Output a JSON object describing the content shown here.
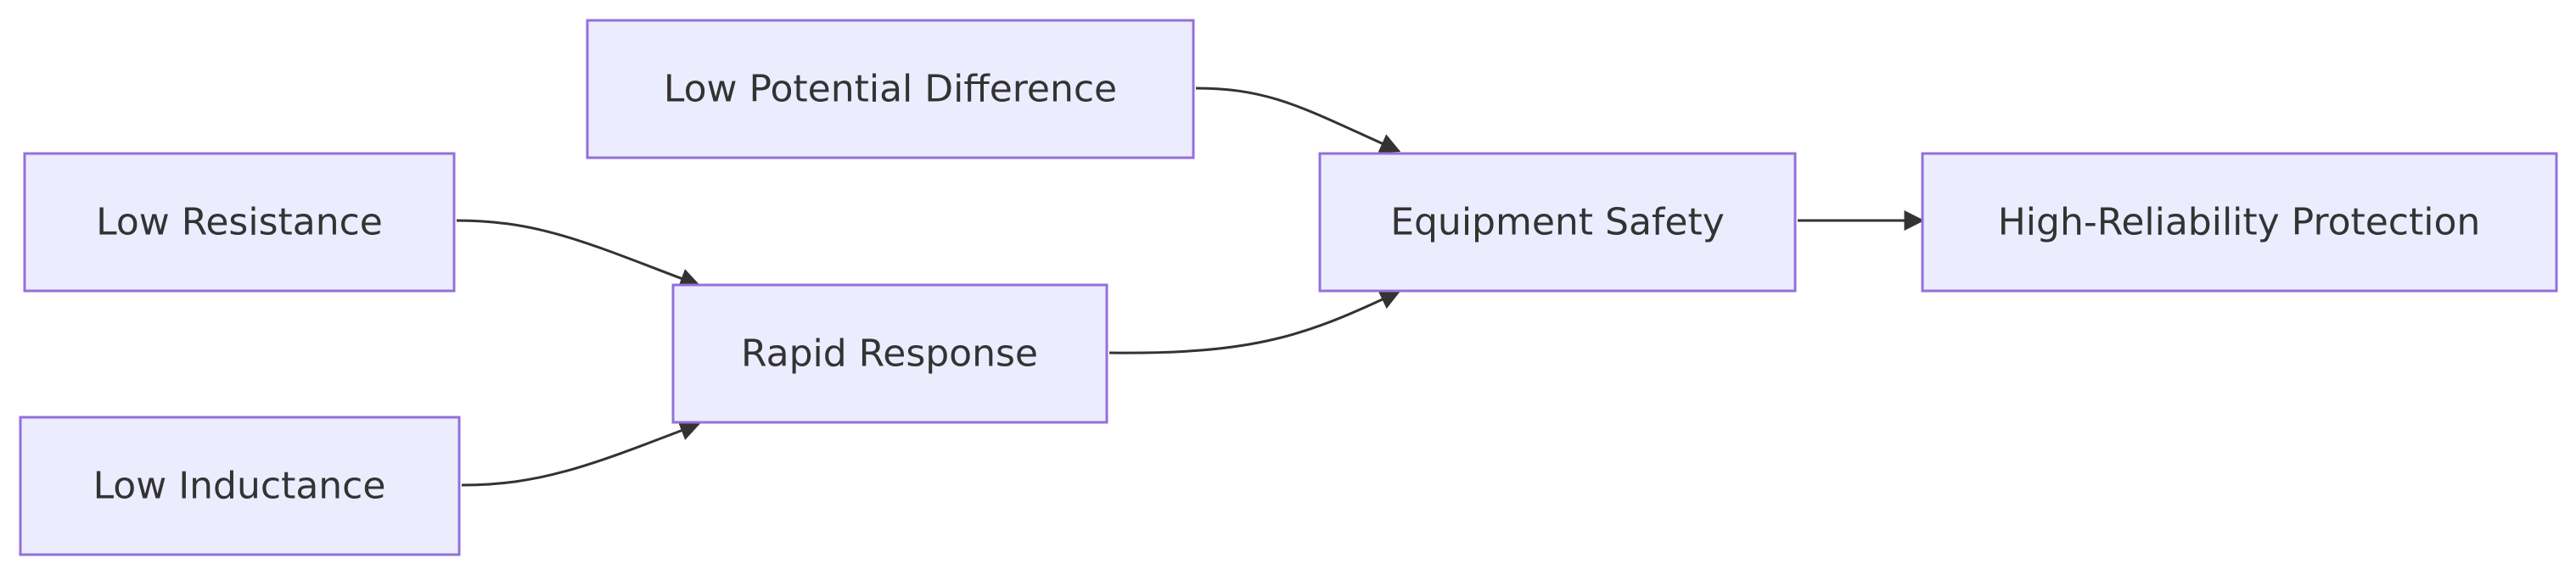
{
  "diagram": {
    "type": "flowchart",
    "direction": "left-to-right",
    "colors": {
      "node_fill": "#ECECFF",
      "node_border": "#9370DB",
      "text": "#333333",
      "edge": "#333333",
      "background": "#FFFFFF"
    },
    "nodes": {
      "low_potential_difference": "Low Potential Difference",
      "low_resistance": "Low Resistance",
      "low_inductance": "Low Inductance",
      "rapid_response": "Rapid Response",
      "equipment_safety": "Equipment Safety",
      "high_reliability_protection": "High-Reliability Protection"
    },
    "edges": [
      {
        "from": "low_resistance",
        "to": "rapid_response"
      },
      {
        "from": "low_inductance",
        "to": "rapid_response"
      },
      {
        "from": "low_potential_difference",
        "to": "equipment_safety"
      },
      {
        "from": "rapid_response",
        "to": "equipment_safety"
      },
      {
        "from": "equipment_safety",
        "to": "high_reliability_protection"
      }
    ]
  }
}
